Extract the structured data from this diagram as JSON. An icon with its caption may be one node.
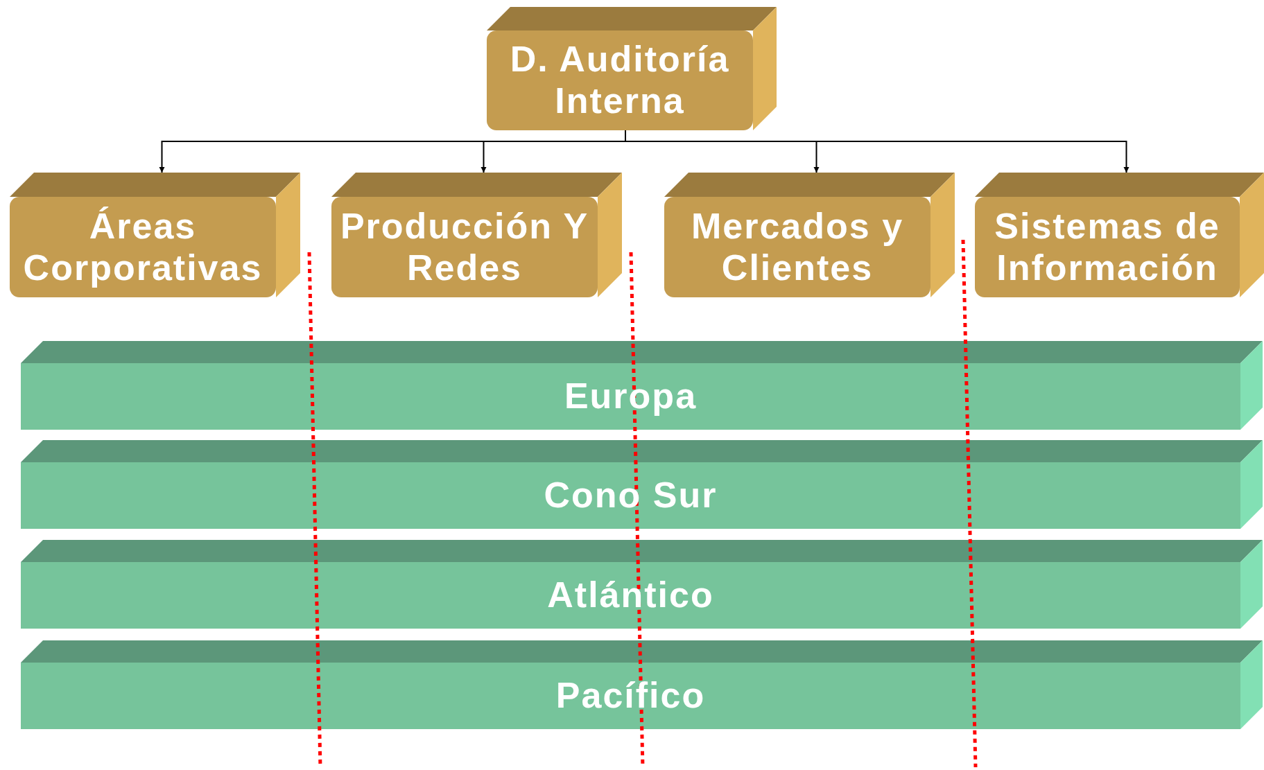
{
  "diagram": {
    "nodes": [
      {
        "text": [
          "D. Auditoría Interna"
        ]
      },
      {
        "text": [
          "Áreas Corporativas"
        ]
      },
      {
        "text": [
          "Producción Y Redes"
        ]
      },
      {
        "text": [
          "Mercados y Clientes"
        ]
      },
      {
        "text": [
          "Sistemas de Información"
        ]
      },
      {
        "text": [
          "Europa"
        ]
      },
      {
        "text": [
          "Cono Sur"
        ]
      },
      {
        "text": [
          "Atlántico"
        ]
      },
      {
        "text": [
          "Pacífico"
        ]
      }
    ],
    "edges": [
      {
        "from": 0,
        "to": 1,
        "arrow": "to"
      },
      {
        "from": 0,
        "to": 2,
        "arrow": "to"
      },
      {
        "from": 0,
        "to": 3,
        "arrow": "to"
      },
      {
        "from": 0,
        "to": 4,
        "arrow": "to"
      }
    ]
  }
}
